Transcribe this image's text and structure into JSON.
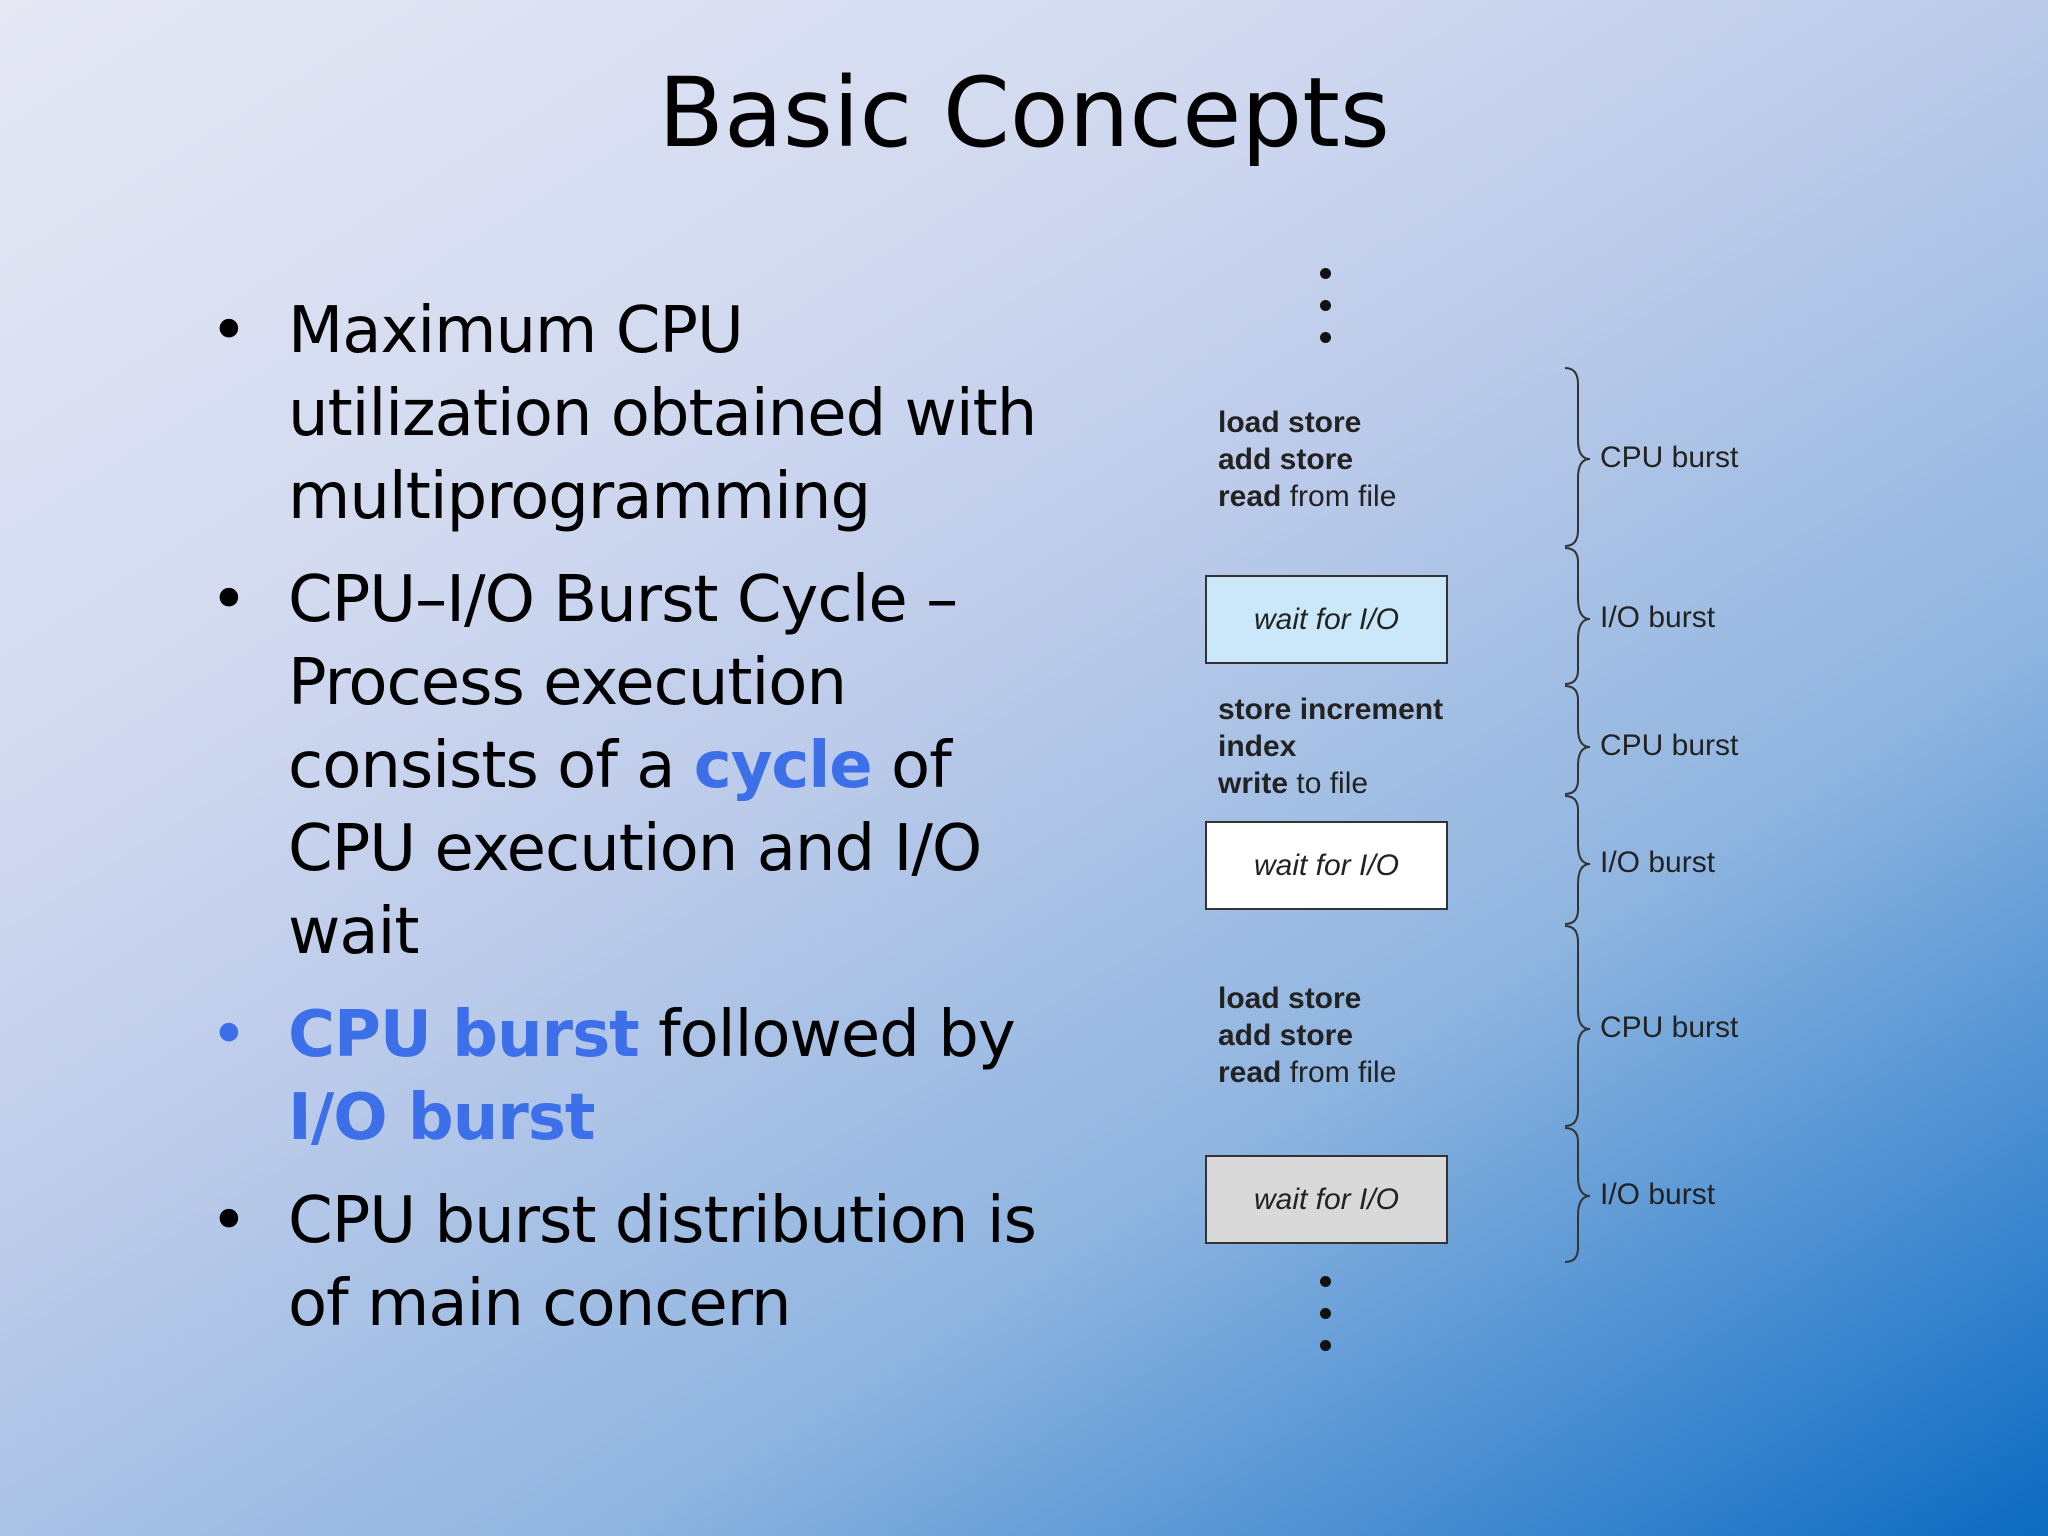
{
  "slide": {
    "title": "Basic Concepts",
    "bullets": {
      "b1": {
        "marker": "•",
        "line1": "Maximum CPU",
        "line2": "utilization obtained with",
        "line3": "multiprogramming"
      },
      "b2": {
        "marker": "•",
        "line1": "CPU–I/O Burst Cycle –",
        "line2": "Process execution",
        "line3_pre": "consists of a ",
        "line3_hl": "cycle",
        "line3_post": " of",
        "line4": "CPU execution and I/O",
        "line5": "wait"
      },
      "b3": {
        "marker": "•",
        "hl1": "CPU burst",
        "mid": " followed by",
        "hl2": "I/O burst"
      },
      "b4": {
        "marker": "•",
        "line1": "CPU burst distribution is",
        "line2": "of main concern"
      }
    }
  },
  "diagram": {
    "segment1": {
      "l1": "load store",
      "l2": "add store",
      "l3b": "read",
      "l3": " from file"
    },
    "io1": {
      "label": "wait for I/O",
      "fill": "#cbe8fb"
    },
    "segment2": {
      "l1": "store increment",
      "l2": "index",
      "l3b": "write",
      "l3": " to file"
    },
    "io2": {
      "label": "wait for I/O",
      "fill": "#ffffff"
    },
    "segment3": {
      "l1": "load store",
      "l2": "add store",
      "l3b": "read",
      "l3": " from file"
    },
    "io3": {
      "label": "wait for I/O",
      "fill": "#d9d9d9"
    },
    "labels": {
      "b1": "CPU burst",
      "b2": "I/O burst",
      "b3": "CPU burst",
      "b4": "I/O burst",
      "b5": "CPU burst",
      "b6": "I/O burst"
    }
  },
  "colors": {
    "accent": "#3c6fe8"
  }
}
